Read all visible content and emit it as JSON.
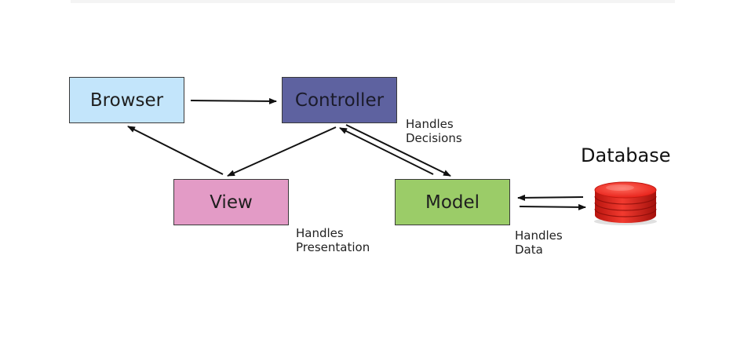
{
  "nodes": {
    "browser": "Browser",
    "controller": "Controller",
    "view": "View",
    "model": "Model"
  },
  "notes": {
    "controller": [
      "Handles",
      "Decisions"
    ],
    "view": [
      "Handles",
      "Presentation"
    ],
    "model": [
      "Handles",
      "Data"
    ]
  },
  "database": {
    "title": "Database",
    "icon": "database-stack-icon",
    "color": "#e8231b"
  },
  "colors": {
    "browser": "#c3e5fb",
    "controller": "#5e62a0",
    "view": "#e39bc6",
    "model": "#9bcc68"
  }
}
